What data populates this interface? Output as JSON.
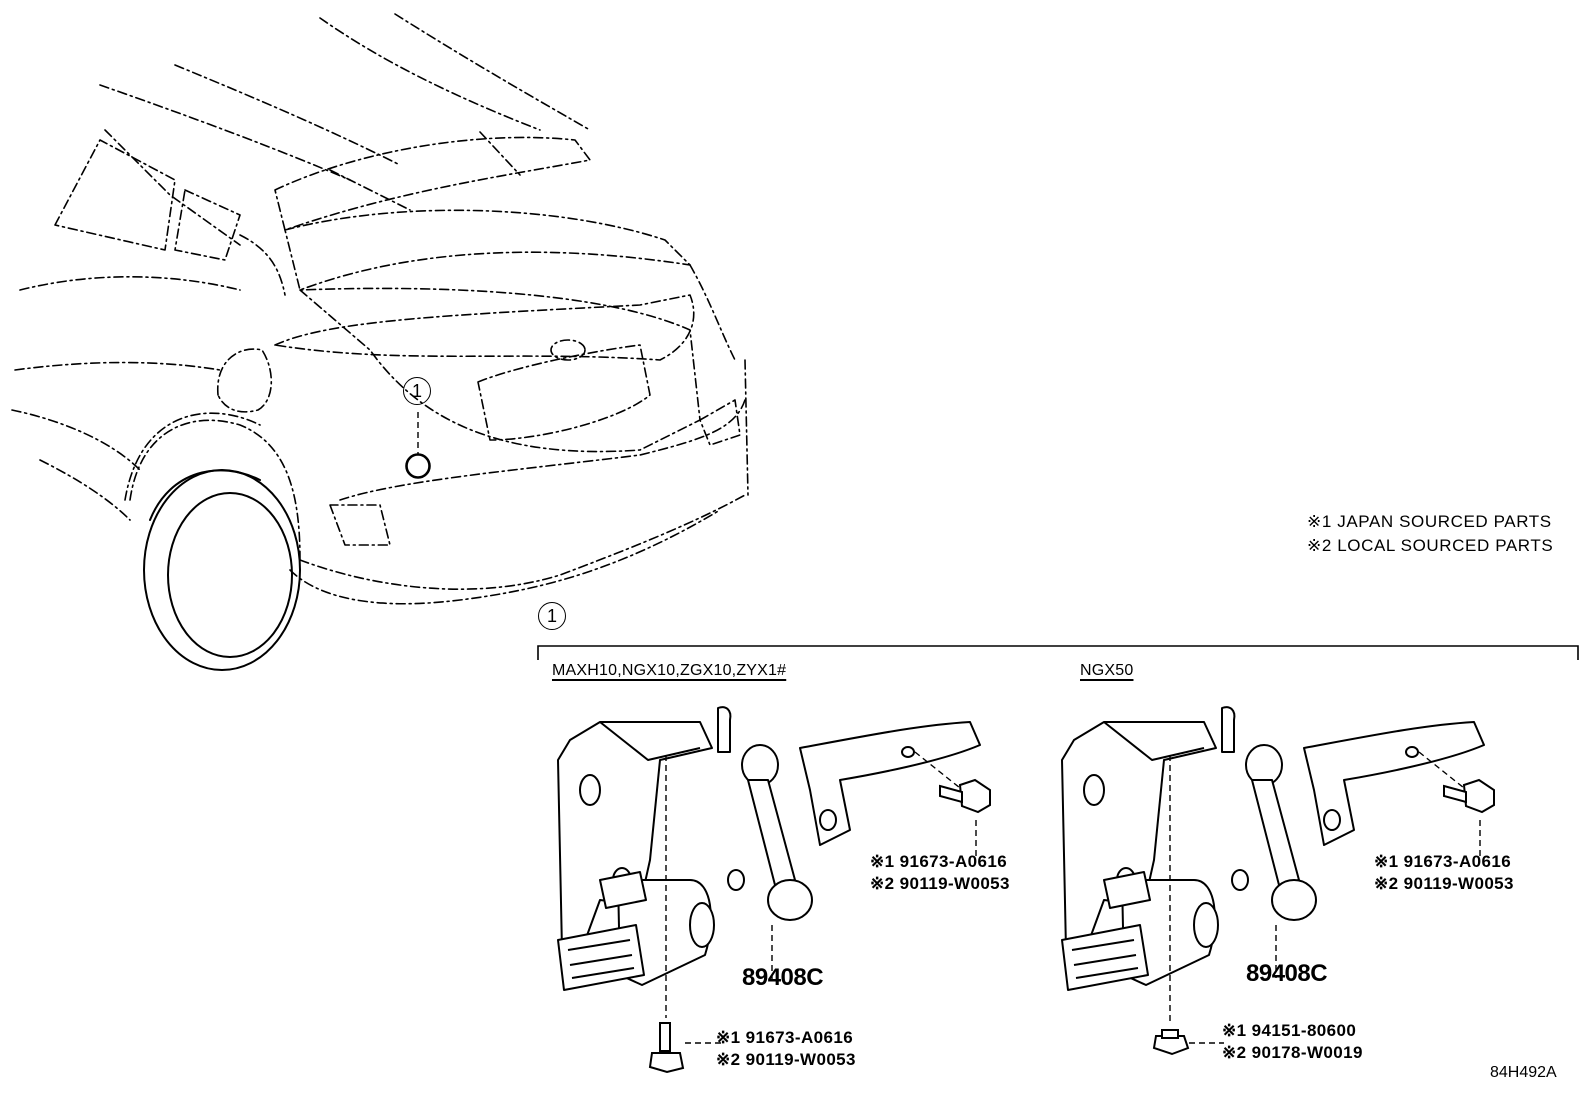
{
  "notes": [
    "※1 JAPAN SOURCED PARTS",
    "※2 LOCAL SOURCED PARTS"
  ],
  "callout": "1",
  "models": {
    "left": "MAXH10,NGX10,ZGX10,ZYX1#",
    "right": "NGX50"
  },
  "left_parts": {
    "sensor": "89408C",
    "upper_bolt": [
      "※1 91673-A0616",
      "※2 90119-W0053"
    ],
    "lower_bolt": [
      "※1 91673-A0616",
      "※2 90119-W0053"
    ]
  },
  "right_parts": {
    "sensor": "89408C",
    "upper_bolt": [
      "※1 91673-A0616",
      "※2 90119-W0053"
    ],
    "lower_nut": [
      "※1 94151-80600",
      "※2 90178-W0019"
    ]
  },
  "diagram_code": "84H492A"
}
